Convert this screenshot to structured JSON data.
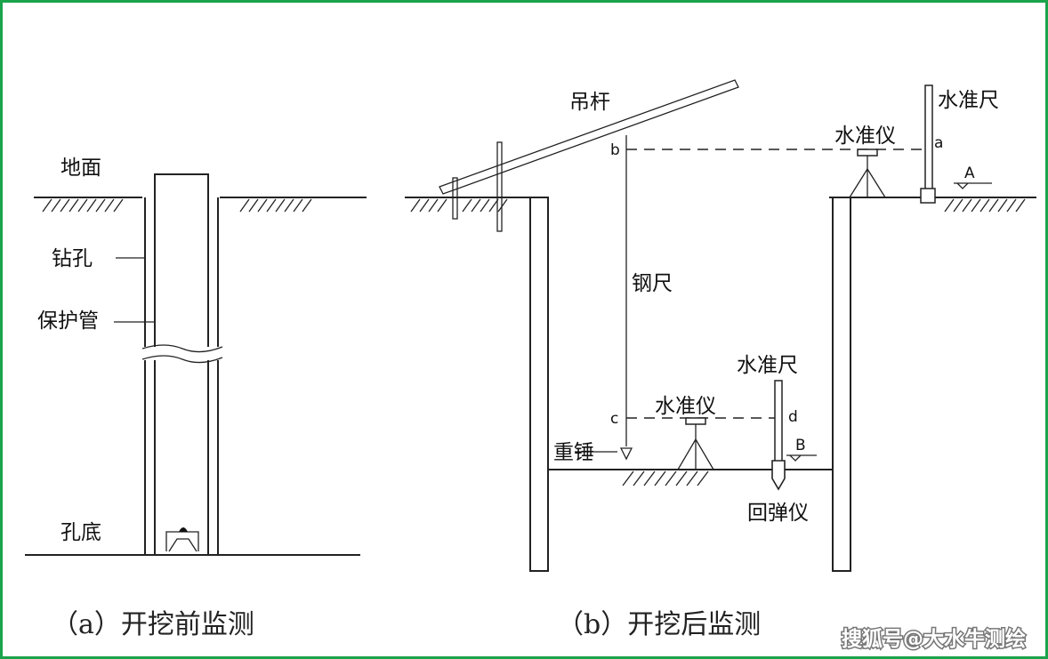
{
  "panel_a": {
    "ground_label": "地面",
    "borehole_label": "钻孔",
    "casing_label": "保护管",
    "bottom_label": "孔底",
    "caption": "（a）开挖前监测"
  },
  "panel_b": {
    "boom_label": "吊杆",
    "steel_tape_label": "钢尺",
    "weight_label": "重锤",
    "level_top_label": "水准仪",
    "staff_top_label": "水准尺",
    "level_bottom_label": "水准仪",
    "staff_bottom_label": "水准尺",
    "rebound_label": "回弹仪",
    "point_a": "a",
    "point_b": "b",
    "point_c": "c",
    "point_d": "d",
    "benchmark_a": "A",
    "benchmark_b": "B",
    "caption": "（b）开挖后监测"
  },
  "watermark": "搜狐号@大水牛测绘",
  "colors": {
    "frame_border": "#1aa34a",
    "line": "#222222",
    "background": "#ffffff"
  }
}
